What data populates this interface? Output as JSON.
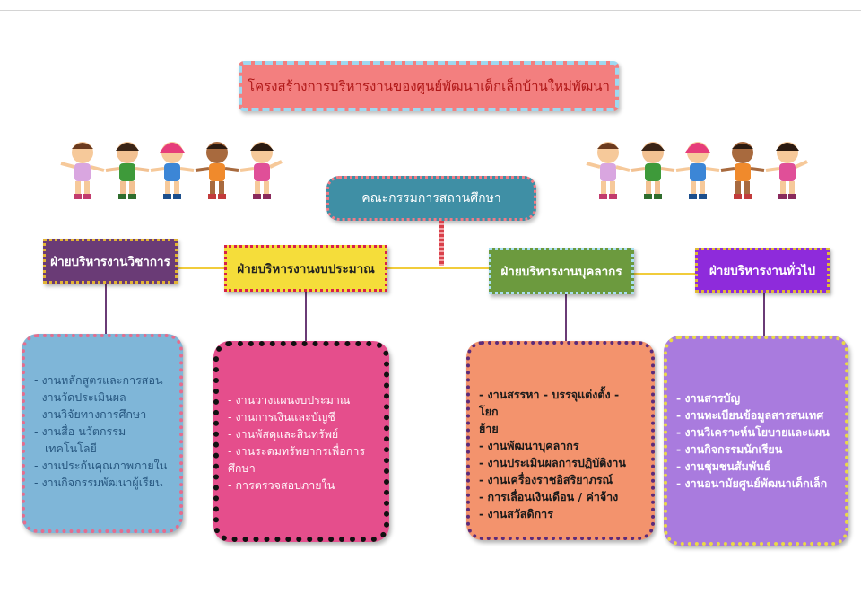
{
  "title": "โครงสร้างการบริหารงานของศูนย์พัฒนาเด็กเล็กบ้านใหม่พัฒนา",
  "committee": "คณะกรรมการสถานศึกษา",
  "departments": [
    {
      "name": "ฝ่ายบริหารงานวิชาการ",
      "duties": [
        "- งานหลักสูตรและการสอน",
        "- งานวัดประเมินผล",
        "- งานวิจัยทางการศึกษา",
        "- งานสื่อ นวัตกรรม",
        "เทคโนโลยี",
        "- งานประกันคุณภาพภายใน",
        "- งานกิจกรรมพัฒนาผู้เรียน"
      ]
    },
    {
      "name": "ฝ่ายบริหารงานงบประมาณ",
      "duties": [
        "- งานวางแผนงบประมาณ",
        "- งานการเงินและบัญชี",
        "- งานพัสดุและสินทรัพย์",
        "- งานระดมทรัพยากรเพื่อการ",
        "ศึกษา",
        "- การตรวจสอบภายใน"
      ]
    },
    {
      "name": "ฝ่ายบริหารงานบุคลากร",
      "duties": [
        "- งานสรรหา - บรรจุแต่งตั้ง - โยก",
        "ย้าย",
        "- งานพัฒนาบุคลากร",
        "- งานประเมินผลการปฏิบัติงาน",
        "- งานเครื่องราชอิสริยาภรณ์",
        "- การเลื่อนเงินเดือน / ค่าจ้าง",
        "- งานสวัสดิการ"
      ]
    },
    {
      "name": "ฝ่ายบริหารงานทั่วไป",
      "duties": [
        "- งานสารบัญ",
        "- งานทะเบียนข้อมูลสารสนเทศ",
        "- งานวิเคราะห์นโยบายและแผน",
        "- งานกิจกรรมนักเรียน",
        "- งานชุมชนสัมพันธ์",
        "- งานอนามัยศูนย์พัฒนาเด็กเล็ก"
      ]
    }
  ],
  "colors": {
    "title_bg": "#f37f7f",
    "committee_bg": "#3f8fa5",
    "connector": "#f1cc3b",
    "academic": "#6a3b76",
    "budget": "#f5dd3a",
    "personnel": "#6c9a3e",
    "general": "#8e2bdb"
  }
}
